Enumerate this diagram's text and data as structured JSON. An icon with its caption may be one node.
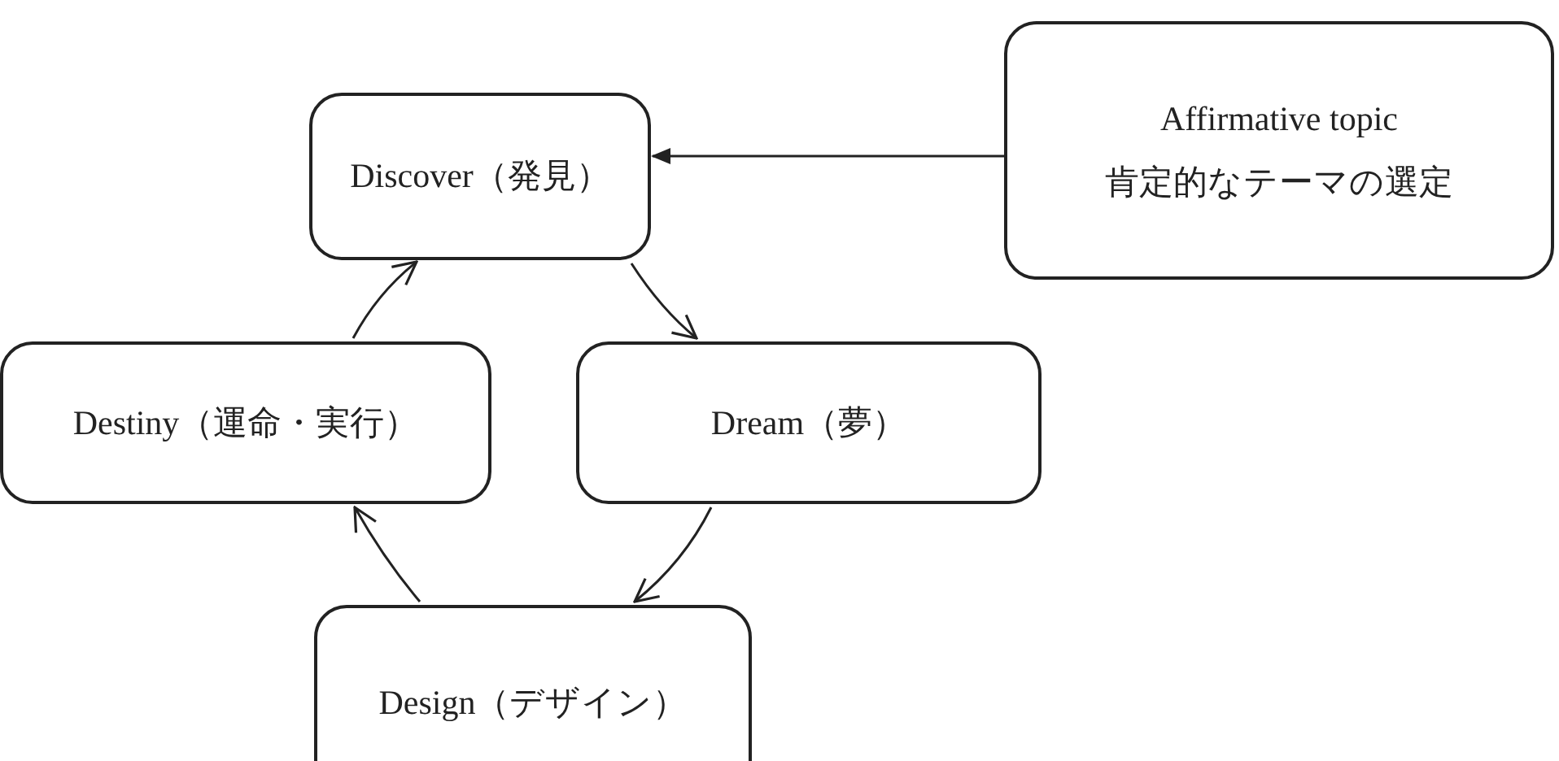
{
  "diagram": {
    "nodes": [
      {
        "text": [
          "Discover（発見）"
        ]
      },
      {
        "text": [
          "Affirmative topic",
          "肯定的なテーマの選定"
        ]
      },
      {
        "text": [
          "Destiny（運命・実行）"
        ]
      },
      {
        "text": [
          "Dream（夢）"
        ]
      },
      {
        "text": [
          "Design（デザイン）"
        ]
      }
    ],
    "edges": [
      {
        "from": 1,
        "to": 0,
        "arrow": "to"
      },
      {
        "from": 0,
        "to": 3,
        "arrow": "to"
      },
      {
        "from": 3,
        "to": 4,
        "arrow": "to"
      },
      {
        "from": 4,
        "to": 2,
        "arrow": "to"
      },
      {
        "from": 2,
        "to": 0,
        "arrow": "to"
      }
    ]
  }
}
